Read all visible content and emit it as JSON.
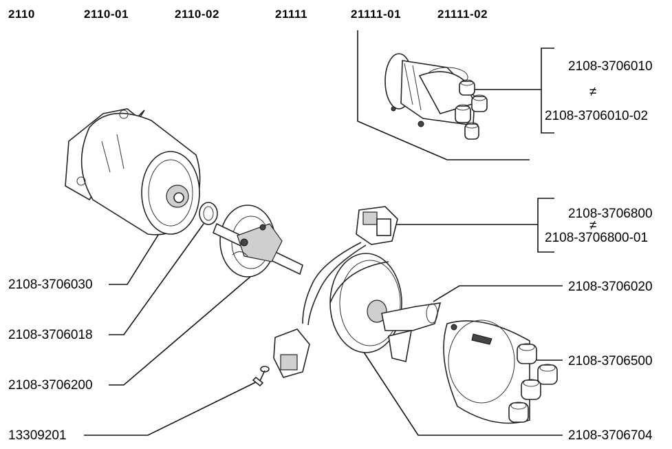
{
  "models": [
    "2110",
    "2110-01",
    "2110-02",
    "21111",
    "21111-01",
    "21111-02"
  ],
  "not_equal_symbol": "≠",
  "labels": {
    "distributor_a": "2108-3706010",
    "distributor_b": "2108-3706010-02",
    "hall_sensor_a": "2108-3706800",
    "hall_sensor_b": "2108-3706800-01",
    "rotor": "2108-3706020",
    "cap": "2108-3706500",
    "shutter": "2108-3706704",
    "housing": "2108-3706030",
    "washer": "2108-3706018",
    "plate": "2108-3706200",
    "screw": "13309201"
  }
}
